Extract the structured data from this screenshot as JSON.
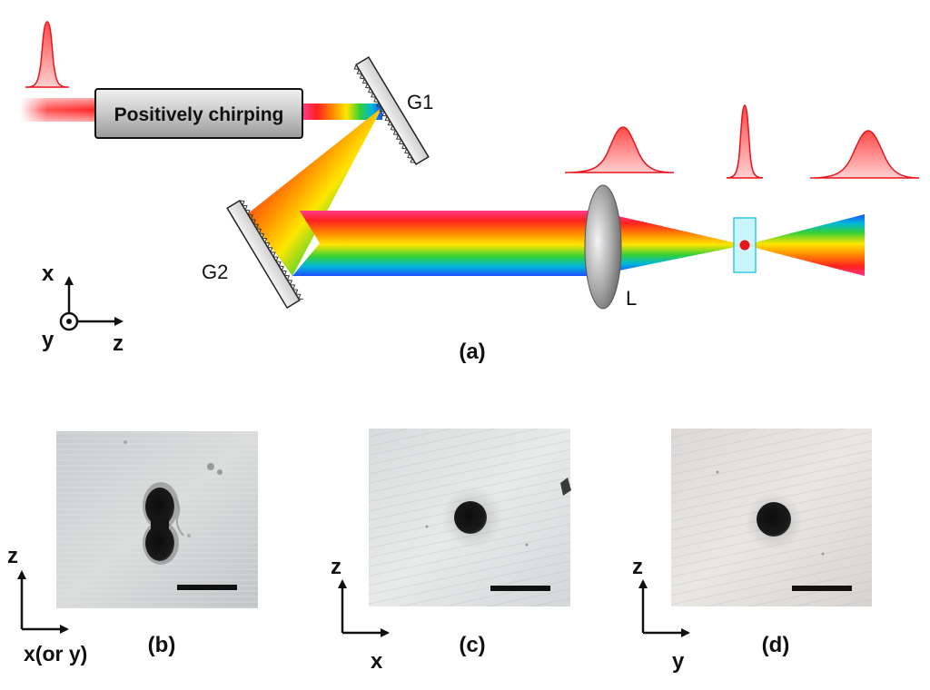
{
  "setup": {
    "chirper_label": "Positively chirping",
    "grating1_label": "G1",
    "grating2_label": "G2",
    "lens_label": "L",
    "caption": "(a)"
  },
  "axes_main": {
    "vertical": "x",
    "out_of_plane": "y",
    "horizontal": "z"
  },
  "panels": [
    {
      "caption": "(b)",
      "axis_vertical": "z",
      "axis_horizontal": "x(or y)"
    },
    {
      "caption": "(c)",
      "axis_vertical": "z",
      "axis_horizontal": "x"
    },
    {
      "caption": "(d)",
      "axis_vertical": "z",
      "axis_horizontal": "y"
    }
  ],
  "colors": {
    "pulse": "#e8141c",
    "beam_gradient": [
      "#ff3c8c",
      "#ff2020",
      "#ff8a00",
      "#ffe600",
      "#35d035",
      "#00b8d8",
      "#1c50ff"
    ],
    "sample": "#bff4fb",
    "sample_edge": "#33c9e8",
    "focus_dot": "#e8141c"
  }
}
